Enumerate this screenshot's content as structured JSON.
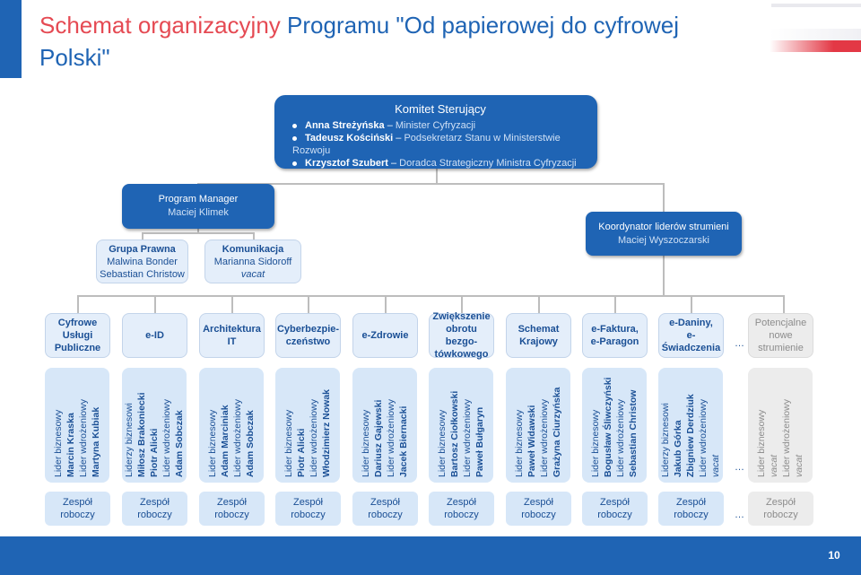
{
  "title": {
    "line1_accent": "Schemat organizacyjny",
    "line1_rest": " Programu \"Od papierowej do cyfrowej",
    "line2": "Polski\""
  },
  "colors": {
    "primary": "#1f64b4",
    "accent": "#e54a53",
    "light": "#d7e7f8",
    "gray": "#ececec"
  },
  "komitet": {
    "heading": "Komitet Sterujący",
    "members": [
      {
        "name": "Anna Streżyńska",
        "role": "Minister Cyfryzacji"
      },
      {
        "name": "Tadeusz Kościński",
        "role": "Podsekretarz Stanu w Ministerstwie Rozwoju"
      },
      {
        "name": "Krzysztof Szubert",
        "role": "Doradca Strategiczny Ministra Cyfryzacji"
      }
    ]
  },
  "program_manager": {
    "title": "Program Manager",
    "name": "Maciej Klimek"
  },
  "grupa_prawna": {
    "title": "Grupa Prawna",
    "names": [
      "Malwina Bonder",
      "Sebastian Christow"
    ]
  },
  "komunikacja": {
    "title": "Komunikacja",
    "name": "Marianna Sidoroff",
    "vacat": "vacat"
  },
  "koordynator": {
    "title": "Koordynator liderów strumieni",
    "name": "Maciej Wyszoczarski"
  },
  "streams": [
    {
      "line1": "Cyfrowe",
      "line2": "Usługi",
      "line3": "Publiczne"
    },
    {
      "line1": "e-ID",
      "line2": "",
      "line3": ""
    },
    {
      "line1": "Architektura",
      "line2": "IT",
      "line3": ""
    },
    {
      "line1": "Cyberbezpie-",
      "line2": "czeństwo",
      "line3": ""
    },
    {
      "line1": "e-Zdrowie",
      "line2": "",
      "line3": ""
    },
    {
      "line1": "Zwiększenie",
      "line2": "obrotu bezgo-",
      "line3": "tówkowego"
    },
    {
      "line1": "Schemat",
      "line2": "Krajowy",
      "line3": ""
    },
    {
      "line1": "e-Faktura,",
      "line2": "e-Paragon",
      "line3": ""
    },
    {
      "line1": "e-Daniny,",
      "line2": "e-Świadczenia",
      "line3": ""
    },
    {
      "line1": "Potencjalne",
      "line2": "nowe",
      "line3": "strumienie"
    }
  ],
  "ellipsis": "…",
  "leaders": [
    {
      "l1": "Lider biznesowy",
      "l2": "Marcin Kraska",
      "l3": "Lider wdrożeniowy",
      "l4": "Martyna Kubiak"
    },
    {
      "l1": "Liderzy biznesowi",
      "l2": "Miłosz Brakoniecki",
      "l3": "Piotr Alicki",
      "l4": "Lider wdrożeniowy",
      "l5": "Adam Sobczak"
    },
    {
      "l1": "Lider biznesowy",
      "l2": "Adam Marciniak",
      "l3": "Lider wdrożeniowy",
      "l4": "Adam Sobczak"
    },
    {
      "l1": "Lider biznesowy",
      "l2": "Piotr Alicki",
      "l3": "Lider wdrożeniowy",
      "l4": "Włodzimierz Nowak"
    },
    {
      "l1": "Lider biznesowy",
      "l2": "Dariusz Gajewski",
      "l3": "Lider wdrożeniowy",
      "l4": "Jacek Biernacki"
    },
    {
      "l1": "Lider biznesowy",
      "l2": "Bartosz Ciołkowski",
      "l3": "Lider wdrożeniowy",
      "l4": "Paweł Bułgaryn"
    },
    {
      "l1": "Lider biznesowy",
      "l2": "Paweł Widawski",
      "l3": "Lider wdrożeniowy",
      "l4": "Grażyna Ciurzyńska"
    },
    {
      "l1": "Lider biznesowy",
      "l2": "Bogusław Śliwczyński",
      "l3": "Lider wdrożeniowy",
      "l4": "Sebastian Christow"
    },
    {
      "l1": "Liderzy biznesowi",
      "l2": "Jakub Górka",
      "l3": "Zbigniew Derdziuk",
      "l4": "Lider wdrożeniowy",
      "l5": "vacat"
    },
    {
      "l1": "Lider biznesowy",
      "l2": "vacat",
      "l3": "Lider wdrożeniowy",
      "l4": "vacat"
    }
  ],
  "zespol": {
    "line1": "Zespół",
    "line2": "roboczy"
  },
  "page_number": "10"
}
